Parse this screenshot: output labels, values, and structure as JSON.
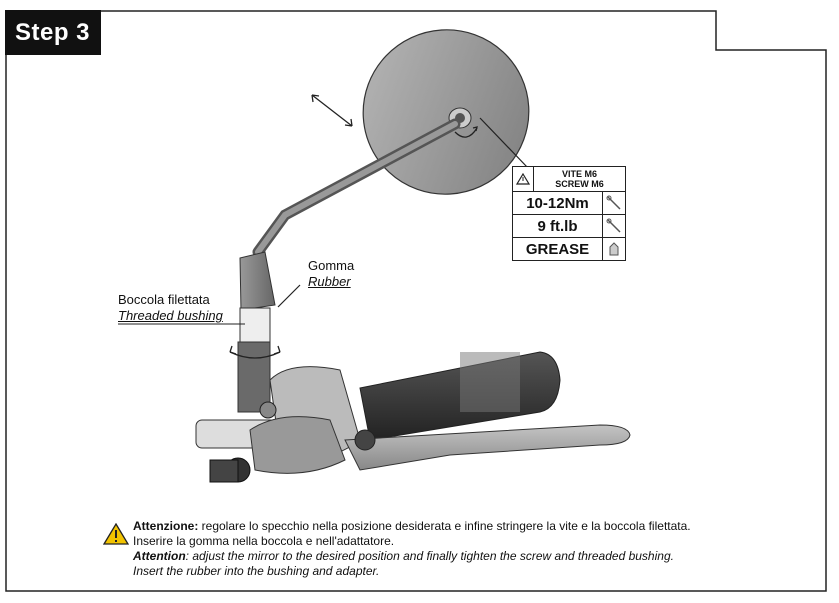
{
  "step": {
    "label": "Step 3"
  },
  "labels": {
    "gomma_it": "Gomma",
    "gomma_en": "Rubber",
    "boccola_it": "Boccola filettata",
    "boccola_en": "Threaded bushing"
  },
  "spec_table": {
    "header_line1": "VITE M6",
    "header_line2": "SCREW M6",
    "torque_nm": "10-12Nm",
    "torque_ftlb": "9 ft.lb",
    "grease": "GREASE"
  },
  "note": {
    "it_bold": "Attenzione:",
    "it_text": " regolare lo specchio nella posizione desiderata e infine stringere la vite e la boccola filettata.",
    "it_text2": "Inserire la gomma nella boccola e nell'adattatore.",
    "en_bold": "Attention",
    "en_text": ": adjust the mirror to the desired position and finally tighten the screw and threaded bushing.",
    "en_text2": "Insert the rubber into the bushing and adapter."
  },
  "icons": [
    "warning-icon",
    "wrench-icon",
    "grease-icon"
  ]
}
